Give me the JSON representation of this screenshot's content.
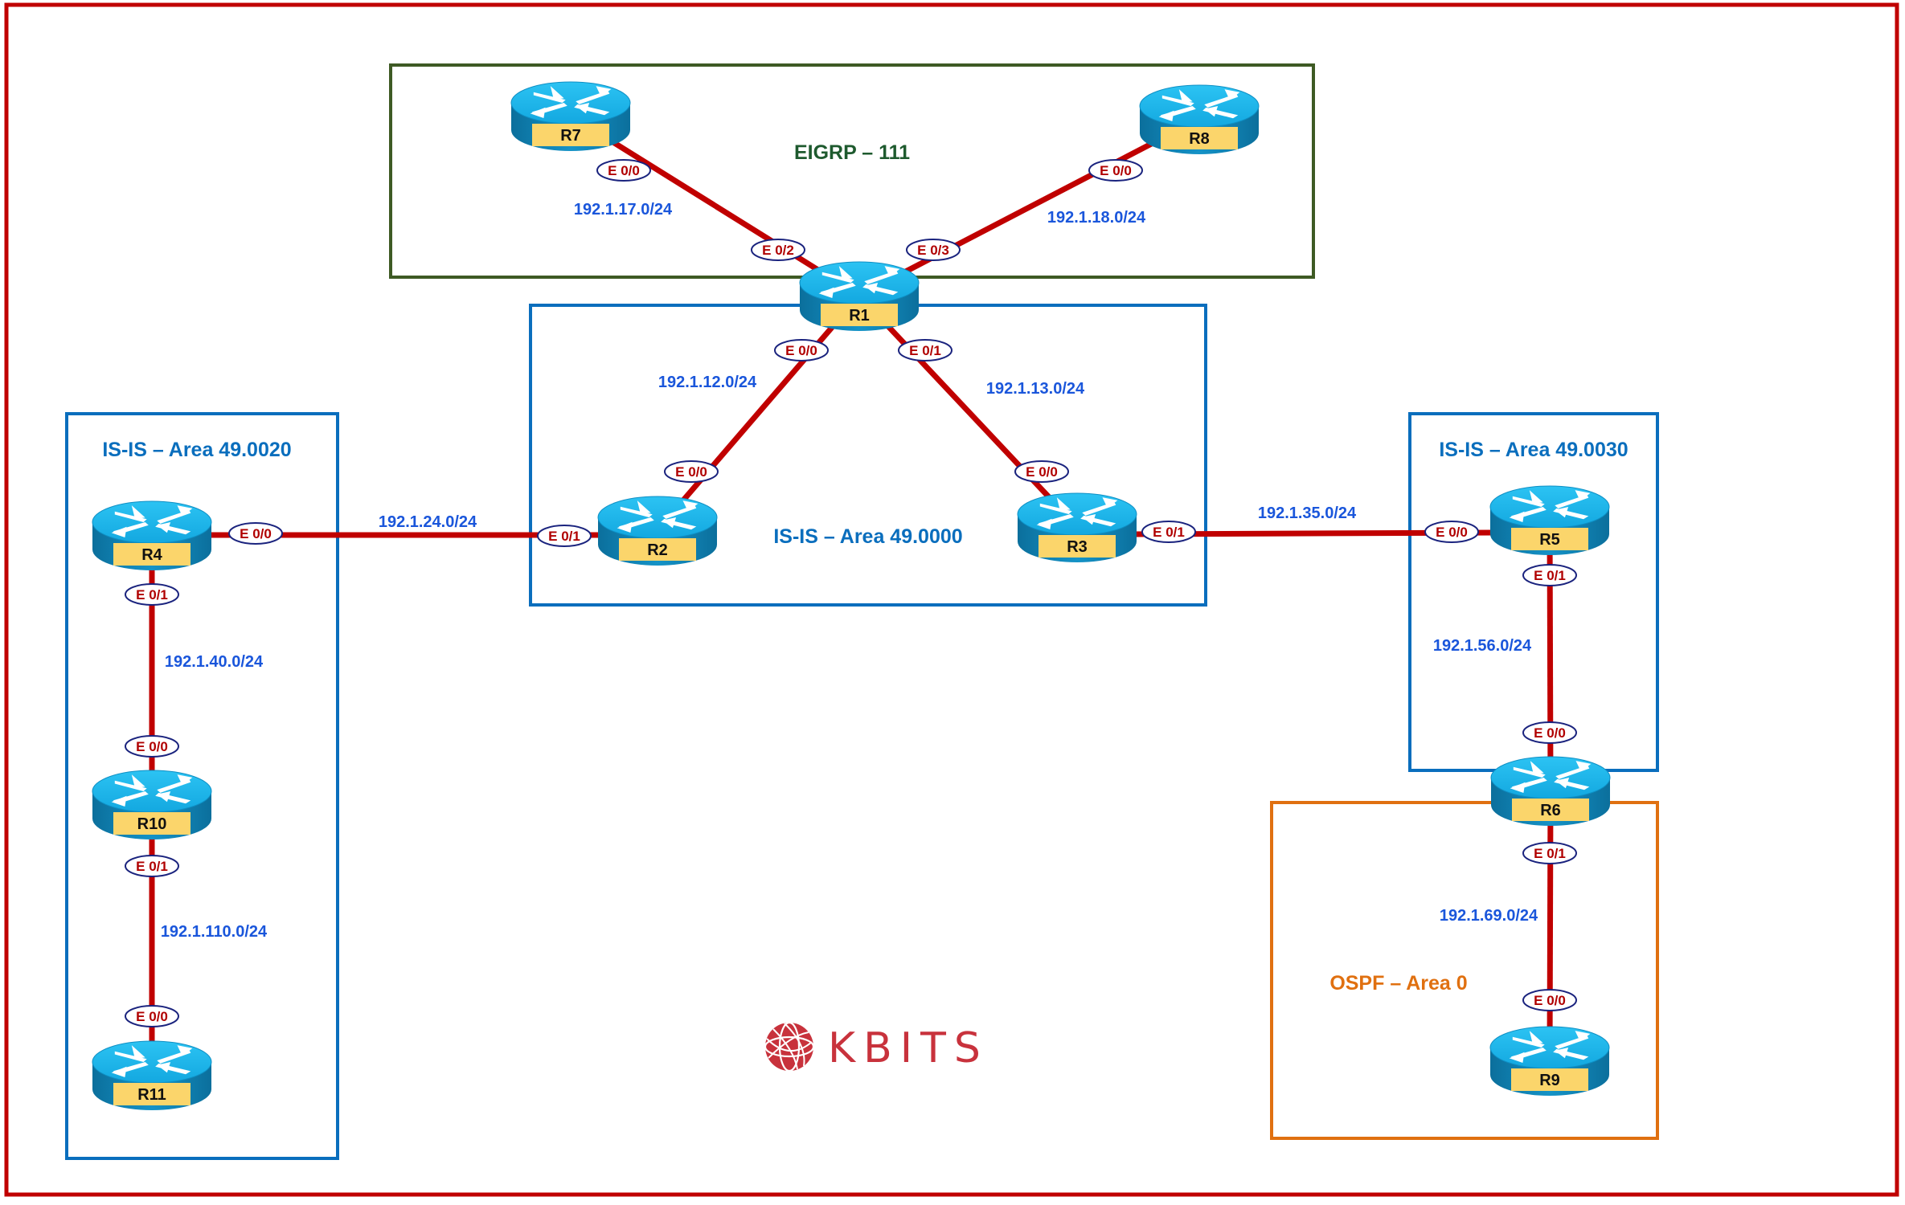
{
  "diagram": {
    "logo": {
      "text": "KBITS",
      "icon": "globe-icon",
      "color": "#c8323c"
    },
    "colors": {
      "outer_border": "#c00000",
      "link": "#c00000",
      "subnet_text": "#1a56db",
      "interface_text": "#b00000",
      "interface_outline": "#1a237e",
      "router_top": "#19b4ec",
      "router_body": "#0f86b8",
      "router_label_bg": "#fbd56b",
      "eigrp": "#3e5a24",
      "eigrp_text": "#1e5a2e",
      "isis": "#0a6ebd",
      "ospf": "#e07010"
    },
    "areas": [
      {
        "id": "eigrp",
        "title": "EIGRP – 111",
        "protocol": "EIGRP"
      },
      {
        "id": "isis-0000",
        "title": "IS-IS – Area 49.0000",
        "protocol": "IS-IS"
      },
      {
        "id": "isis-0020",
        "title": "IS-IS – Area 49.0020",
        "protocol": "IS-IS"
      },
      {
        "id": "isis-0030",
        "title": "IS-IS – Area 49.0030",
        "protocol": "IS-IS"
      },
      {
        "id": "ospf",
        "title": "OSPF – Area 0",
        "protocol": "OSPF"
      }
    ],
    "routers": [
      {
        "id": "R1",
        "label": "R1"
      },
      {
        "id": "R2",
        "label": "R2"
      },
      {
        "id": "R3",
        "label": "R3"
      },
      {
        "id": "R4",
        "label": "R4"
      },
      {
        "id": "R5",
        "label": "R5"
      },
      {
        "id": "R6",
        "label": "R6"
      },
      {
        "id": "R7",
        "label": "R7"
      },
      {
        "id": "R8",
        "label": "R8"
      },
      {
        "id": "R9",
        "label": "R9"
      },
      {
        "id": "R10",
        "label": "R10"
      },
      {
        "id": "R11",
        "label": "R11"
      }
    ],
    "links": [
      {
        "id": "r1-r7",
        "a": "R1",
        "a_if": "E 0/2",
        "b": "R7",
        "b_if": "E 0/0",
        "subnet": "192.1.17.0/24"
      },
      {
        "id": "r1-r8",
        "a": "R1",
        "a_if": "E 0/3",
        "b": "R8",
        "b_if": "E 0/0",
        "subnet": "192.1.18.0/24"
      },
      {
        "id": "r1-r2",
        "a": "R1",
        "a_if": "E 0/0",
        "b": "R2",
        "b_if": "E 0/0",
        "subnet": "192.1.12.0/24"
      },
      {
        "id": "r1-r3",
        "a": "R1",
        "a_if": "E 0/1",
        "b": "R3",
        "b_if": "E 0/0",
        "subnet": "192.1.13.0/24"
      },
      {
        "id": "r2-r4",
        "a": "R4",
        "a_if": "E 0/0",
        "b": "R2",
        "b_if": "E 0/1",
        "subnet": "192.1.24.0/24"
      },
      {
        "id": "r3-r5",
        "a": "R3",
        "a_if": "E 0/1",
        "b": "R5",
        "b_if": "E 0/0",
        "subnet": "192.1.35.0/24"
      },
      {
        "id": "r4-r10",
        "a": "R4",
        "a_if": "E 0/1",
        "b": "R10",
        "b_if": "E 0/0",
        "subnet": "192.1.40.0/24"
      },
      {
        "id": "r10-r11",
        "a": "R10",
        "a_if": "E 0/1",
        "b": "R11",
        "b_if": "E 0/0",
        "subnet": "192.1.110.0/24"
      },
      {
        "id": "r5-r6",
        "a": "R5",
        "a_if": "E 0/1",
        "b": "R6",
        "b_if": "E 0/0",
        "subnet": "192.1.56.0/24"
      },
      {
        "id": "r6-r9",
        "a": "R6",
        "a_if": "E 0/1",
        "b": "R9",
        "b_if": "E 0/0",
        "subnet": "192.1.69.0/24"
      }
    ]
  }
}
